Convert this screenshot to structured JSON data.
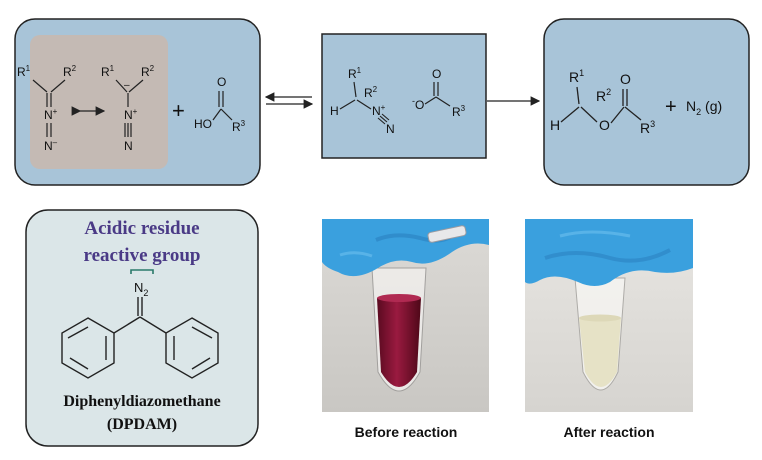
{
  "scheme": {
    "left_box": {
      "r1_a": "R",
      "r1_a_sup": "1",
      "r2_a": "R",
      "r2_a_sup": "2",
      "n_plus_a": "N",
      "n_plus_a_sup": "+",
      "n_minus_a": "N",
      "n_minus_a_sup": "–",
      "r1_b": "R",
      "r1_b_sup": "1",
      "r2_b": "R",
      "r2_b_sup": "2",
      "n_plus_b": "N",
      "n_plus_b_sup": "+",
      "n_b": "N",
      "plus": "+",
      "acid_o": "O",
      "acid_ho": "HO",
      "acid_r3": "R",
      "acid_r3_sup": "3"
    },
    "middle_box": {
      "h": "H",
      "r1": "R",
      "r1_sup": "1",
      "r2": "R",
      "r2_sup": "2",
      "n_plus": "N",
      "n_plus_sup": "+",
      "n": "N",
      "carb_o": "O",
      "carb_o_minus": "O",
      "carb_minus": "-",
      "carb_r3": "R",
      "carb_r3_sup": "3"
    },
    "right_box": {
      "r1": "R",
      "r1_sup": "1",
      "r2": "R",
      "r2_sup": "2",
      "h": "H",
      "ester_o_link": "O",
      "ester_o": "O",
      "r3": "R",
      "r3_sup": "3",
      "plus": "+",
      "n2": "N",
      "n2_sub": "2",
      "n2_state": " (g)"
    }
  },
  "reagent": {
    "title_line1": "Acidic residue",
    "title_line2": "reactive group",
    "n2": "N",
    "n2_sub": "2",
    "name_line1": "Diphenyldiazomethane",
    "name_line2": "(DPDAM)"
  },
  "photos": {
    "before_caption": "Before reaction",
    "after_caption": "After reaction"
  },
  "colors": {
    "scheme_box": "#a8c4d8",
    "resonance_panel": "#c4bab4",
    "reagent_panel": "#dbe6e8",
    "title_purple": "#4a3a86",
    "glove_blue": "#3aa0de",
    "solution_red": "#7d1030",
    "solution_pale": "#e6e2c6"
  }
}
